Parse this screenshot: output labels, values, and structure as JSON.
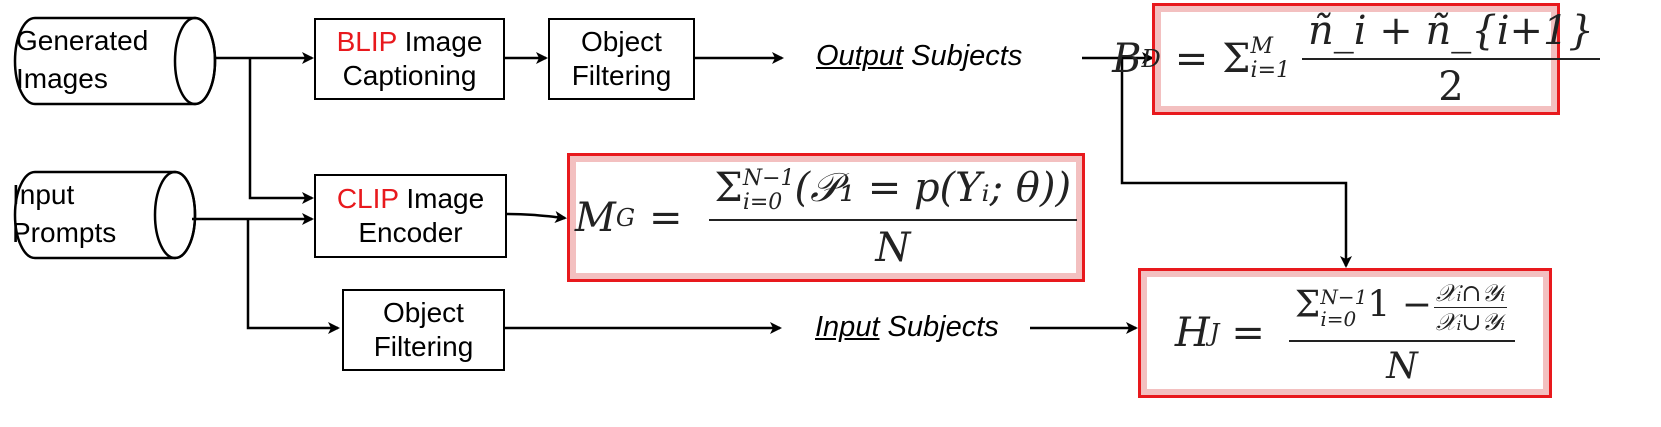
{
  "nodes": {
    "generated_images": "Generated\nImages",
    "input_prompts": "Input\nPrompts",
    "blip": {
      "highlight": "BLIP",
      "rest1": " Image",
      "line2": "Captioning"
    },
    "clip": {
      "highlight": "CLIP",
      "rest1": " Image",
      "line2": "Encoder"
    },
    "object_filtering_top": {
      "line1": "Object",
      "line2": "Filtering"
    },
    "object_filtering_bottom": {
      "line1": "Object",
      "line2": "Filtering"
    }
  },
  "labels": {
    "output_subjects": {
      "underlined": "Output",
      "rest": " Subjects"
    },
    "input_subjects": {
      "underlined": "Input",
      "rest": " Subjects"
    }
  },
  "formulas": {
    "bd": {
      "lhs": "B",
      "lhs_sub": "D",
      "eq": "=",
      "sigma": "Σ",
      "sigma_sub": "i=1",
      "sigma_sup": "M",
      "numerator": "ñ_i + ñ_{i+1}",
      "denominator": "2"
    },
    "mg": {
      "lhs": "M",
      "lhs_sub": "G",
      "eq": "=",
      "sigma": "Σ",
      "sigma_sub": "i=0",
      "sigma_sup": "N−1",
      "numerator_rest": "(𝒫₁ = p(Yᵢ; θ))",
      "denominator": "N"
    },
    "hj": {
      "lhs": "H",
      "lhs_sub": "J",
      "eq": "=",
      "sigma": "Σ",
      "sigma_sub": "i=0",
      "sigma_sup": "N−1",
      "numerator_rest": "1 −",
      "inner_num": "𝒳ᵢ∩𝒴ᵢ",
      "inner_den": "𝒳ᵢ∪𝒴ᵢ",
      "denominator": "N"
    }
  },
  "colors": {
    "accent": "#e8191d",
    "formula_border": "#e8191d",
    "line": "#000000"
  }
}
